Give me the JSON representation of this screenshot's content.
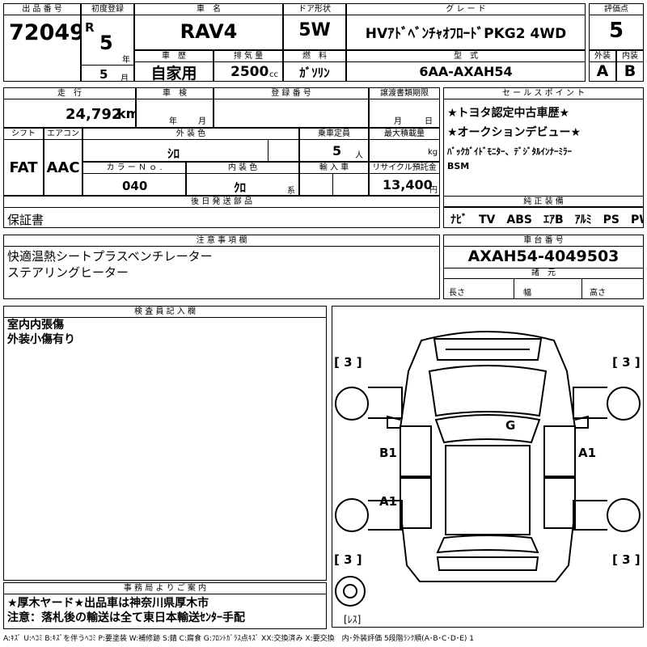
{
  "lot": {
    "label": "出 品 番 号",
    "value": "72049"
  },
  "first_reg": {
    "label": "初度登録",
    "era": "R",
    "year": "5",
    "year_unit": "年",
    "month": "5",
    "month_unit": "月"
  },
  "car_name": {
    "label": "車　名",
    "value": "RAV4"
  },
  "doors": {
    "label": "ドア形状",
    "value": "5W"
  },
  "grade": {
    "label": "グ レ ー ド",
    "value": "HVｱﾄﾞﾍﾞﾝﾁｬｵﾌﾛｰﾄﾞPKG2 4WD"
  },
  "score": {
    "label": "評価点",
    "value": "5"
  },
  "history": {
    "label": "車　歴",
    "value": "自家用"
  },
  "displacement": {
    "label": "排 気 量",
    "value": "2500",
    "unit": "cc"
  },
  "fuel": {
    "label": "燃　料",
    "value": "ｶﾞｿﾘﾝ"
  },
  "model": {
    "label": "型　式",
    "value": "6AA-AXAH54"
  },
  "exterior_grade": {
    "label": "外装",
    "value": "A"
  },
  "interior_grade": {
    "label": "内装",
    "value": "B"
  },
  "mileage": {
    "label": "走　行",
    "value": "24,792",
    "unit": "km"
  },
  "inspection": {
    "label": "車　検",
    "year_unit": "年",
    "month_unit": "月"
  },
  "reg_no": {
    "label": "登 録 番 号"
  },
  "transfer_doc": {
    "label": "譲渡書類期限",
    "month_unit": "月",
    "day_unit": "日"
  },
  "sales_point": {
    "label": "セ ー ル ス ポ イ ン ト",
    "lines": [
      "★トヨタ認定中古車歴★",
      "★オークションデビュー★",
      "ﾊﾞｯｸｶﾞｲﾄﾞﾓﾆﾀｰ、ﾃﾞｼﾞﾀﾙｲﾝﾅｰﾐﾗｰ",
      "BSM"
    ]
  },
  "shift": {
    "label": "シフト",
    "value": "FAT"
  },
  "aircon": {
    "label": "エアコン",
    "value": "AAC"
  },
  "ext_color": {
    "label": "外 装 色",
    "value": "ｼﾛ"
  },
  "capacity": {
    "label": "乗車定員",
    "value": "5",
    "unit": "人"
  },
  "max_load": {
    "label": "最大積載量",
    "unit": "kg"
  },
  "color_no": {
    "label": "カ ラ ー Ｎ ｏ .",
    "value": "040"
  },
  "int_color": {
    "label": "内 装 色",
    "value": "ｸﾛ",
    "unit": "系"
  },
  "import": {
    "label": "輸 入 車"
  },
  "recycle": {
    "label": "リサイクル預託金",
    "value": "13,400",
    "unit": "円"
  },
  "parts_later": {
    "label": "後 日 発 送 部 品",
    "value": "保証書"
  },
  "equipment": {
    "label": "純 正 装 備",
    "value": "ﾅﾋﾞ　TV　ABS　ｴｱB　ｱﾙﾐ　PS　PW"
  },
  "notes": {
    "label": "注 意 事 項 欄",
    "value": "快適温熱シートプラスベンチレーター\nステアリングヒーター"
  },
  "chassis": {
    "label": "車 台 番 号",
    "value": "AXAH54-4049503"
  },
  "specs": {
    "label": "諸　元",
    "length": "長さ",
    "width": "幅",
    "height": "高さ"
  },
  "inspector": {
    "label": "検 査 員 記 入 欄",
    "value": "室内内張傷\n外装小傷有り"
  },
  "office": {
    "label": "事 務 局 よ り ご 案 内",
    "value": "★厚木ヤード★出品車は神奈川県厚木市\n注意：落札後の輸送は全て東日本輸送ｾﾝﾀｰ手配"
  },
  "legend": "A:ｷｽﾞ U:ﾍｺﾐ B:ｷｽﾞを伴うﾍｺﾐ P:要塗装 W:補修跡 S:錆 C:腐食 G:ﾌﾛﾝﾄｶﾞﾗｽ点ｷｽﾞ XX:交換済み X:要交換　内･外装評価 5段階ﾗﾝｸ順(A･B･C･D･E) 1",
  "diagram": {
    "tyre_fl": "[ 3 ]",
    "tyre_fr": "[ 3 ]",
    "tyre_rl": "[ 3 ]",
    "tyre_rr": "[ 3 ]",
    "spare": "[ﾚｽ]",
    "mark_glass": "G",
    "mark_left_front": "B1",
    "mark_right_front": "A1",
    "mark_left_rear": "A1"
  }
}
